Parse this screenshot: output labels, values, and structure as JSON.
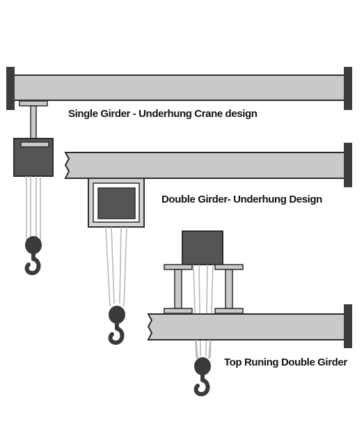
{
  "labels": {
    "single_girder": "Single Girder - Underhung Crane design",
    "double_girder_underhung": "Double Girder- Underhung Design",
    "top_running": "Top Runing  Double Girder"
  },
  "colors": {
    "girder_fill": "#c9c9c9",
    "girder_stroke": "#2b2b2b",
    "end_stop": "#3d3d3d",
    "hoist_body": "#555555",
    "trolley_frame": "#d4d4d4",
    "sheave": "#3a3a3a",
    "hook": "#3a3a3a",
    "rope": "#b8b8b8",
    "background": "#ffffff"
  },
  "icons": [
    "hook-icon",
    "sheave-icon"
  ]
}
